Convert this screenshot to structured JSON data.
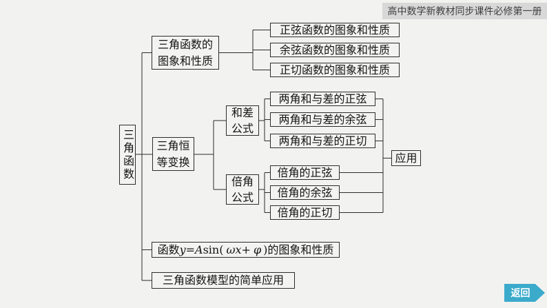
{
  "header": {
    "title": "高中数学新教材同步课件必修第一册"
  },
  "diagram": {
    "root": {
      "label": "三角函数"
    },
    "graph_properties": {
      "line1": "三角函数的",
      "line2": "图象和性质",
      "leaves": [
        "正弦函数的图象和性质",
        "余弦函数的图象和性质",
        "正切函数的图象和性质"
      ]
    },
    "identity_transform": {
      "line1": "三角恒",
      "line2": "等变换"
    },
    "sum_diff_formulas": {
      "line1": "和差",
      "line2": "公式",
      "leaves": [
        "两角和与差的正弦",
        "两角和与差的余弦",
        "两角和与差的正切"
      ]
    },
    "double_angle_formulas": {
      "line1": "倍角",
      "line2": "公式",
      "leaves": [
        "倍角的正弦",
        "倍角的余弦",
        "倍角的正切"
      ]
    },
    "application": {
      "label": "应用"
    },
    "asin_function": {
      "prefix": "函数",
      "var_y": "y",
      "equals": "=",
      "var_A": "A",
      "func": "sin(",
      "var_omega": "ω",
      "var_x": "x",
      "plus": "+",
      "var_phi": "φ",
      "close": ")",
      "suffix": "的图象和性质"
    },
    "model_application": {
      "label": "三角函数模型的简单应用"
    }
  },
  "footer": {
    "back_label": "返回"
  },
  "colors": {
    "accent": "#3baacb",
    "box_border": "#2b2b2b",
    "header_bg": "#d8d8d8",
    "page_bg": "#f2f2f1"
  }
}
